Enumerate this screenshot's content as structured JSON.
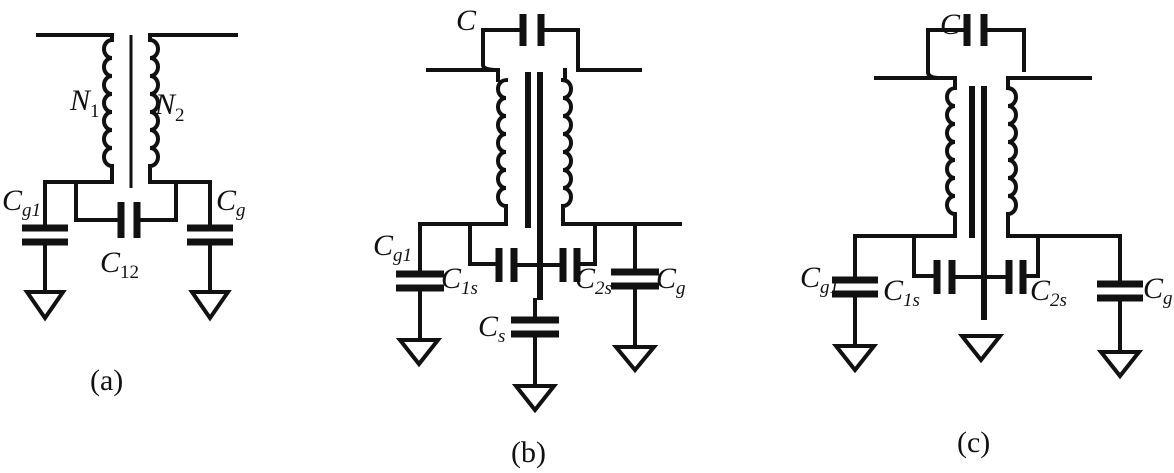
{
  "diagrams": [
    {
      "caption": "(a)",
      "labels": {
        "n1": {
          "main": "N",
          "sub": "1"
        },
        "n2": {
          "main": "N",
          "sub": "2"
        },
        "cg1": {
          "main": "C",
          "sub": "g1"
        },
        "cg": {
          "main": "C",
          "sub": "g"
        },
        "c12": {
          "main": "C",
          "sub": "12"
        }
      }
    },
    {
      "caption": "(b)",
      "labels": {
        "c": {
          "main": "C",
          "sub": ""
        },
        "cg1": {
          "main": "C",
          "sub": "g1"
        },
        "c1s": {
          "main": "C",
          "sub": "1s"
        },
        "c2s": {
          "main": "C",
          "sub": "2s"
        },
        "cg": {
          "main": "C",
          "sub": "g"
        },
        "cs": {
          "main": "C",
          "sub": "s"
        }
      }
    },
    {
      "caption": "(c)",
      "labels": {
        "c": {
          "main": "C",
          "sub": ""
        },
        "cg1": {
          "main": "C",
          "sub": "g1"
        },
        "c1s": {
          "main": "C",
          "sub": "1s"
        },
        "c2s": {
          "main": "C",
          "sub": "2s"
        },
        "cg": {
          "main": "C",
          "sub": "g"
        }
      }
    }
  ]
}
